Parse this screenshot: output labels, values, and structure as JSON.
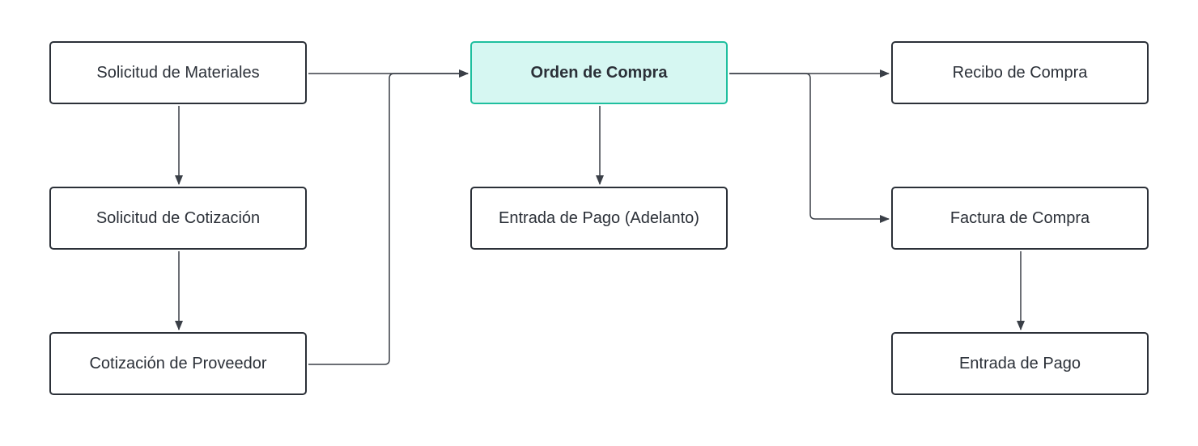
{
  "colors": {
    "node_border": "#2b3038",
    "node_text": "#2b3038",
    "highlight_fill": "#d6f7f2",
    "highlight_border": "#1fbf9f",
    "connector": "#3a3f47"
  },
  "nodes": {
    "solicitud_materiales": "Solicitud de Materiales",
    "solicitud_cotizacion": "Solicitud de Cotización",
    "cotizacion_proveedor": "Cotización de Proveedor",
    "orden_compra": "Orden de Compra",
    "entrada_pago_adelanto": "Entrada de Pago (Adelanto)",
    "recibo_compra": "Recibo de Compra",
    "factura_compra": "Factura de Compra",
    "entrada_pago": "Entrada de Pago"
  },
  "edges": [
    {
      "from": "solicitud_materiales",
      "to": "solicitud_cotizacion"
    },
    {
      "from": "solicitud_cotizacion",
      "to": "cotizacion_proveedor"
    },
    {
      "from": "solicitud_materiales",
      "to": "orden_compra"
    },
    {
      "from": "cotizacion_proveedor",
      "to": "orden_compra"
    },
    {
      "from": "orden_compra",
      "to": "entrada_pago_adelanto"
    },
    {
      "from": "orden_compra",
      "to": "recibo_compra"
    },
    {
      "from": "orden_compra",
      "to": "factura_compra"
    },
    {
      "from": "factura_compra",
      "to": "entrada_pago"
    }
  ]
}
